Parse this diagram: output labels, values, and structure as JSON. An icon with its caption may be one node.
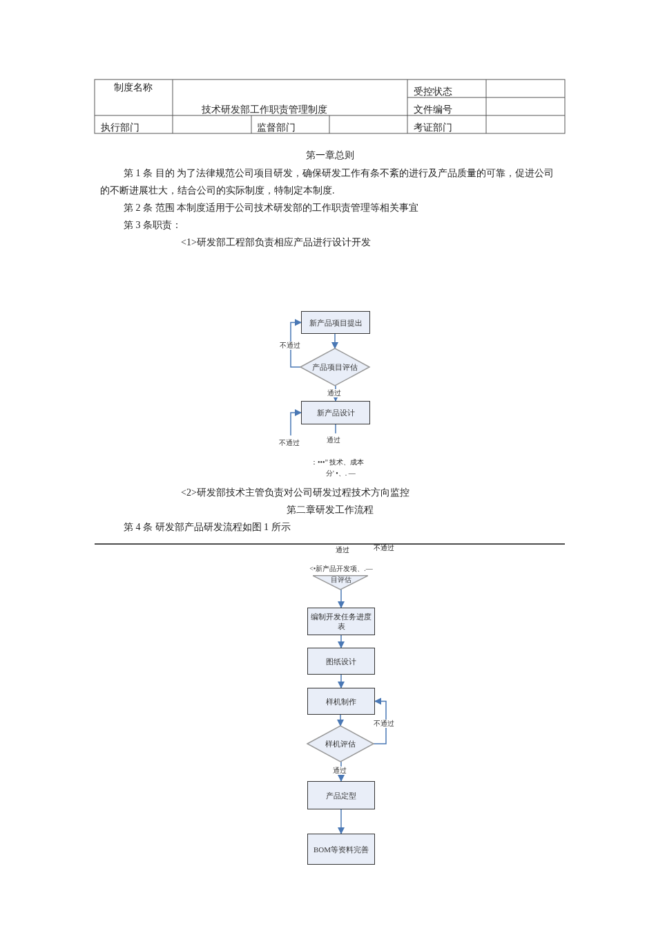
{
  "diagram": {
    "nodes": [
      {
        "text": [
          "新产品项目提出"
        ]
      },
      {
        "text": [
          "产品项目评估"
        ]
      },
      {
        "text": [
          "新产品设计"
        ]
      },
      {
        "text": [
          "<•新产品开发项、.—",
          "目评估"
        ]
      },
      {
        "text": [
          "编制开发任务进度表"
        ]
      },
      {
        "text": [
          "图纸设计"
        ]
      },
      {
        "text": [
          "样机制作"
        ]
      },
      {
        "text": [
          "样机评估"
        ]
      },
      {
        "text": [
          "产品定型"
        ]
      },
      {
        "text": [
          "BOM等资料完善"
        ]
      }
    ],
    "edges": [
      {
        "from": 0,
        "to": 1,
        "arrow": "to"
      },
      {
        "from": 1,
        "to": 2,
        "arrow": "to",
        "label": "通过"
      },
      {
        "from": 1,
        "to": 0,
        "arrow": "to",
        "label": "不通过"
      },
      {
        "from": null,
        "to": 2,
        "arrow": "to",
        "label": "不通过"
      },
      {
        "from": 2,
        "to": null,
        "arrow": "none",
        "label": "通过"
      },
      {
        "from": 3,
        "to": 4,
        "arrow": "to"
      },
      {
        "from": 4,
        "to": 5,
        "arrow": "to"
      },
      {
        "from": 5,
        "to": 6,
        "arrow": "to"
      },
      {
        "from": 6,
        "to": 7,
        "arrow": "to"
      },
      {
        "from": 7,
        "to": 6,
        "arrow": "to",
        "label": "不通过"
      },
      {
        "from": 7,
        "to": 8,
        "arrow": "to",
        "label": "通过"
      },
      {
        "from": 8,
        "to": 9,
        "arrow": "to"
      }
    ],
    "labels": [
      "制度名称",
      "技术研发部工作职责管理制度",
      "受控状态",
      "文件编号",
      "执行部门",
      "监督部门",
      "考证部门",
      "第一章总则",
      "第 1 条 目的 为了法律规范公司项目研发，确保研发工作有条不紊的进行及产品质量的可靠，促进公司的不断进展壮大，结合公司的实际制度，特制定本制度.",
      "第 2 条 范围 本制度适用于公司技术研发部的工作职责管理等相关事宜",
      "第 3 条职责：",
      "<1>研发部工程部负责相应产品进行设计开发",
      "：•••” 技术、成本",
      "分' •、. —",
      "<2>研发部技术主管负责对公司研发过程技术方向监控",
      "第二章研发工作流程",
      "第 4 条 研发部产品研发流程如图 1 所示",
      "通过",
      "不通过"
    ]
  }
}
